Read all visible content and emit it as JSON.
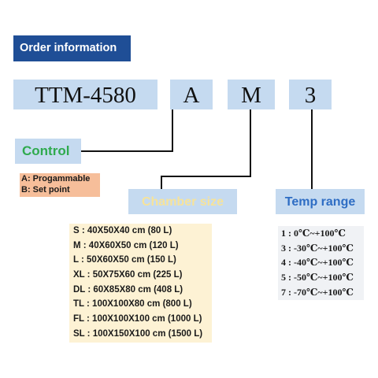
{
  "header": {
    "title": "Order information"
  },
  "code": {
    "model": "TTM-4580",
    "control": "A",
    "chamber": "M",
    "temp": "3"
  },
  "control": {
    "label": "Control",
    "options": [
      "A: Progammable",
      "B: Set point"
    ]
  },
  "chamber": {
    "label": "Chamber size",
    "sizes": [
      "S : 40X50X40 cm (80 L)",
      "M : 40X60X50 cm (120 L)",
      "L : 50X60X50 cm (150 L)",
      "XL : 50X75X60 cm (225 L)",
      "DL : 60X85X80 cm (408 L)",
      "TL : 100X100X80 cm (800 L)",
      "FL : 100X100X100 cm (1000 L)",
      "SL : 100X150X100 cm (1500 L)"
    ]
  },
  "temp": {
    "label": "Temp range",
    "ranges": [
      "1 : 0℃~+100℃",
      "3 : -30℃~+100℃",
      "4 : -40℃~+100℃",
      "5 : -50℃~+100℃",
      "7 : -70℃~+100℃"
    ]
  },
  "colors": {
    "header_bg": "#1f4e96",
    "box_bg": "#c5daf0",
    "control_text": "#2faa4e",
    "control_options_bg": "#f6be9a",
    "chamber_text": "#f6e39a",
    "chamber_list_bg": "#fdf2d4",
    "temp_text": "#2e6dc4"
  }
}
